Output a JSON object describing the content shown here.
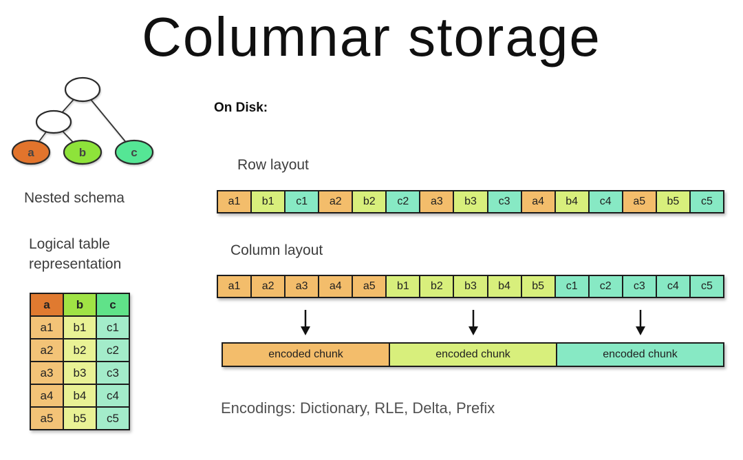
{
  "title": "Columnar storage",
  "colors": {
    "tree_a": "#e2742c",
    "tree_b": "#8ee33a",
    "tree_c": "#55e695",
    "header_a": "#e07a30",
    "header_b": "#a0e345",
    "header_c": "#60e289",
    "body_a": "#f3c377",
    "body_b": "#e9f295",
    "body_c": "#a3ecca",
    "strip_a": "#f3bd6b",
    "strip_b": "#d8ef7c",
    "strip_c": "#87e9c4",
    "outline": "#1c1c1c"
  },
  "tree": {
    "caption": "Nested schema",
    "leaves": [
      {
        "label": "a",
        "color_key": "tree_a"
      },
      {
        "label": "b",
        "color_key": "tree_b"
      },
      {
        "label": "c",
        "color_key": "tree_c"
      }
    ]
  },
  "logical_table": {
    "caption": [
      "Logical table",
      "representation"
    ],
    "headers": [
      "a",
      "b",
      "c"
    ],
    "rows": [
      [
        "a1",
        "b1",
        "c1"
      ],
      [
        "a2",
        "b2",
        "c2"
      ],
      [
        "a3",
        "b3",
        "c3"
      ],
      [
        "a4",
        "b4",
        "c4"
      ],
      [
        "a5",
        "b5",
        "c5"
      ]
    ]
  },
  "on_disk": {
    "label": "On Disk:",
    "row_layout": {
      "label": "Row layout",
      "cells": [
        "a1",
        "b1",
        "c1",
        "a2",
        "b2",
        "c2",
        "a3",
        "b3",
        "c3",
        "a4",
        "b4",
        "c4",
        "a5",
        "b5",
        "c5"
      ]
    },
    "column_layout": {
      "label": "Column layout",
      "cells": [
        "a1",
        "a2",
        "a3",
        "a4",
        "a5",
        "b1",
        "b2",
        "b3",
        "b4",
        "b5",
        "c1",
        "c2",
        "c3",
        "c4",
        "c5"
      ]
    },
    "encoded_chunks": [
      {
        "label": "encoded chunk",
        "color_key": "strip_a"
      },
      {
        "label": "encoded chunk",
        "color_key": "strip_b"
      },
      {
        "label": "encoded chunk",
        "color_key": "strip_c"
      }
    ],
    "encodings_note": "Encodings: Dictionary, RLE, Delta, Prefix"
  }
}
